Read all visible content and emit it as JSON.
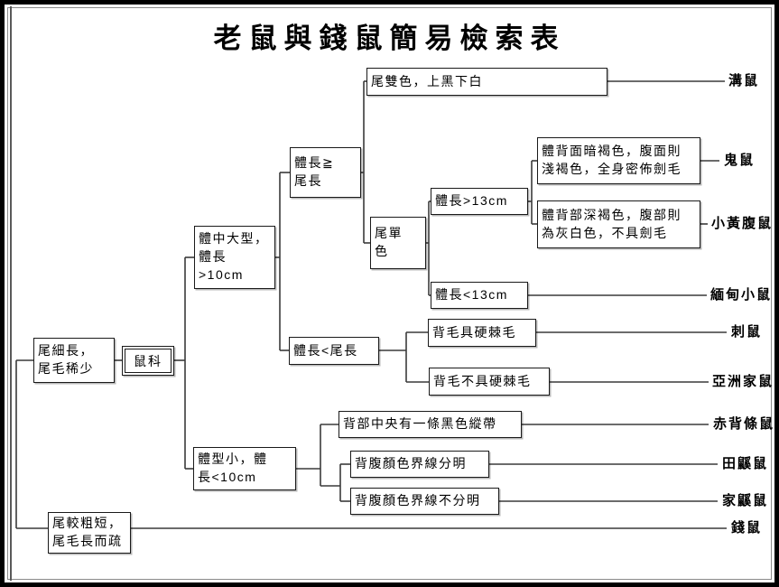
{
  "title": "老鼠與錢鼠簡易檢索表",
  "nodes": {
    "tail_slender": {
      "lines": [
        "尾細長，",
        "尾毛稀少"
      ]
    },
    "family_muridae": {
      "label": "鼠科"
    },
    "tail_thick_short": {
      "lines": [
        "尾較粗短，",
        "尾毛長而疏"
      ]
    },
    "body_medium_large": {
      "lines": [
        "體中大型，",
        "體長",
        ">10cm"
      ]
    },
    "body_small": {
      "lines": [
        "體型小，體",
        "長<10cm"
      ]
    },
    "body_ge_tail": {
      "lines": [
        "體長≧",
        "尾長"
      ]
    },
    "body_lt_tail": {
      "label": "體長<尾長"
    },
    "tail_bicolor": {
      "label": "尾雙色，上黑下白"
    },
    "tail_monocolor": {
      "lines": [
        "尾單",
        "色"
      ]
    },
    "length_gt_13cm": {
      "label": "體長>13cm"
    },
    "length_lt_13cm": {
      "label": "體長<13cm"
    },
    "dark_brown_spiny": {
      "lines": [
        "體背面暗褐色，腹面則",
        "淺褐色，全身密佈劍毛"
      ]
    },
    "deep_brown_no_spine": {
      "lines": [
        "體背部深褐色，腹部則",
        "為灰白色，不具劍毛"
      ]
    },
    "back_spiny": {
      "label": "背毛具硬棘毛"
    },
    "back_not_spiny": {
      "label": "背毛不具硬棘毛"
    },
    "black_dorsal_stripe": {
      "label": "背部中央有一條黑色縱帶"
    },
    "boundary_clear": {
      "label": "背腹顏色界線分明"
    },
    "boundary_unclear": {
      "label": "背腹顏色界線不分明"
    }
  },
  "species": {
    "brown_rat": "溝鼠",
    "bandicoot_rat": "鬼鼠",
    "lesser_ricefield_rat": "小黃腹鼠",
    "burmese_mouse": "緬甸小鼠",
    "spiny_rat": "刺鼠",
    "asian_house_rat": "亞洲家鼠",
    "striped_field_mouse": "赤背條鼠",
    "ryukyu_mouse": "田鼷鼠",
    "house_mouse": "家鼷鼠",
    "house_shrew": "錢鼠"
  },
  "colors": {
    "line": "#3a3a3a",
    "box_border": "#1a1a1a",
    "background": "#ffffff",
    "text": "#000000"
  }
}
